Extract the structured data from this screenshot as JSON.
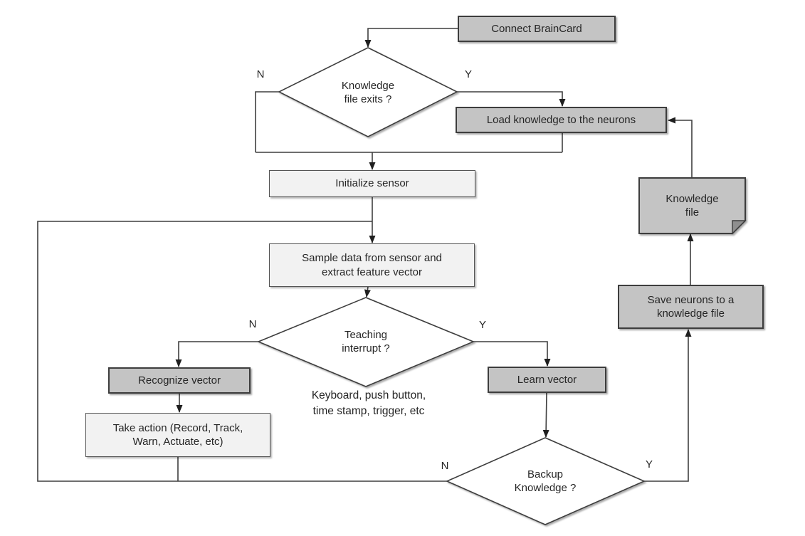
{
  "diagram": {
    "title_hint": "BrainCard learning flowchart",
    "colors": {
      "background": "#ffffff",
      "process_fill": "#c4c4c4",
      "process_border": "#3d3d3d",
      "io_fill": "#f2f2f2",
      "io_border": "#555555",
      "decision_fill": "#ffffff",
      "line": "#3f3f3f",
      "text": "#262626"
    },
    "nodes": {
      "connect": {
        "label": "Connect BrainCard"
      },
      "file_exists": {
        "label": "Knowledge\nfile exits ?"
      },
      "load": {
        "label": "Load knowledge to the neurons"
      },
      "init": {
        "label": "Initialize sensor"
      },
      "sample": {
        "label": "Sample data from sensor and\nextract feature vector"
      },
      "teaching": {
        "label": "Teaching\ninterrupt ?"
      },
      "recognize": {
        "label": "Recognize vector"
      },
      "take_action": {
        "label": "Take action (Record, Track,\nWarn, Actuate, etc)"
      },
      "learn": {
        "label": "Learn vector"
      },
      "backup": {
        "label": "Backup\nKnowledge ?"
      },
      "save": {
        "label": "Save neurons to a\nknowledge file"
      },
      "knowledge_file": {
        "label": "Knowledge\nfile"
      },
      "note": {
        "label": "Keyboard, push button,\ntime stamp, trigger, etc"
      }
    },
    "branch_labels": {
      "file_exists_no": "N",
      "file_exists_yes": "Y",
      "teaching_no": "N",
      "teaching_yes": "Y",
      "backup_no": "N",
      "backup_yes": "Y"
    }
  }
}
